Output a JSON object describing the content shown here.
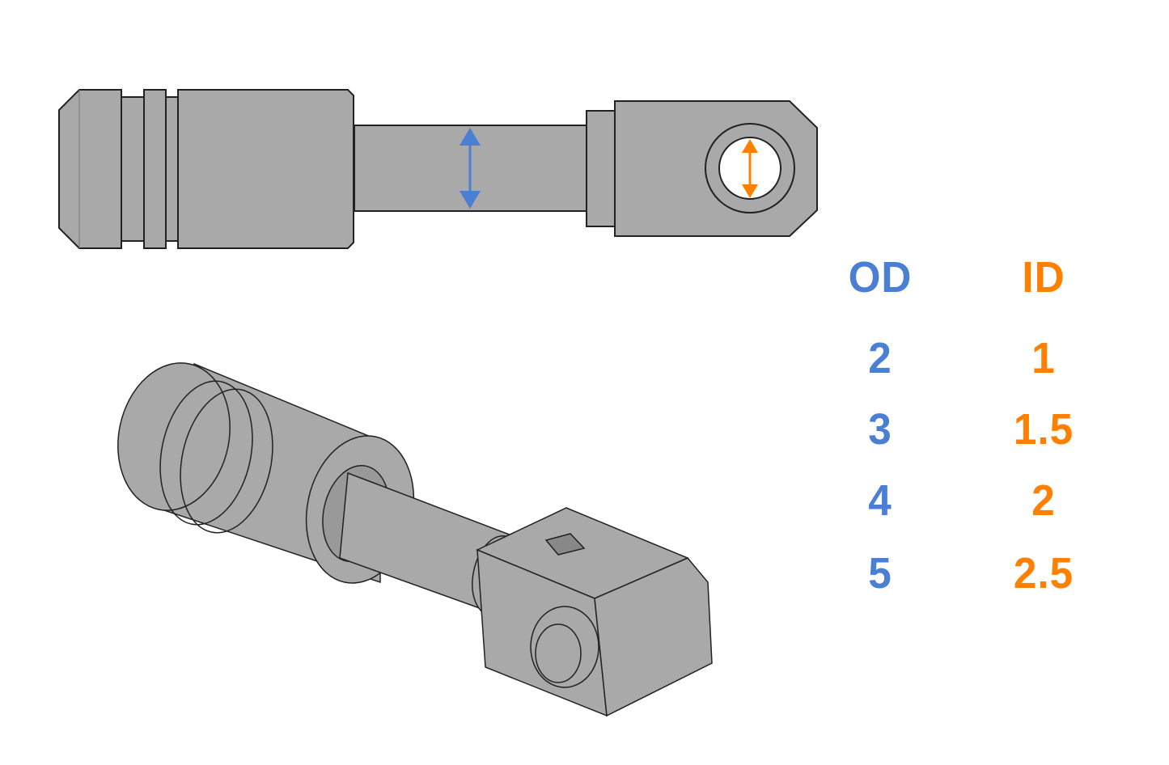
{
  "colors": {
    "od": "#4a7fd4",
    "id": "#ff7f00",
    "part": "#a9a9a9"
  },
  "table": {
    "headers": {
      "od": "OD",
      "id": "ID"
    },
    "rows": [
      {
        "od": "2",
        "id": "1"
      },
      {
        "od": "3",
        "id": "1.5"
      },
      {
        "od": "4",
        "id": "2"
      },
      {
        "od": "5",
        "id": "2.5"
      }
    ]
  }
}
